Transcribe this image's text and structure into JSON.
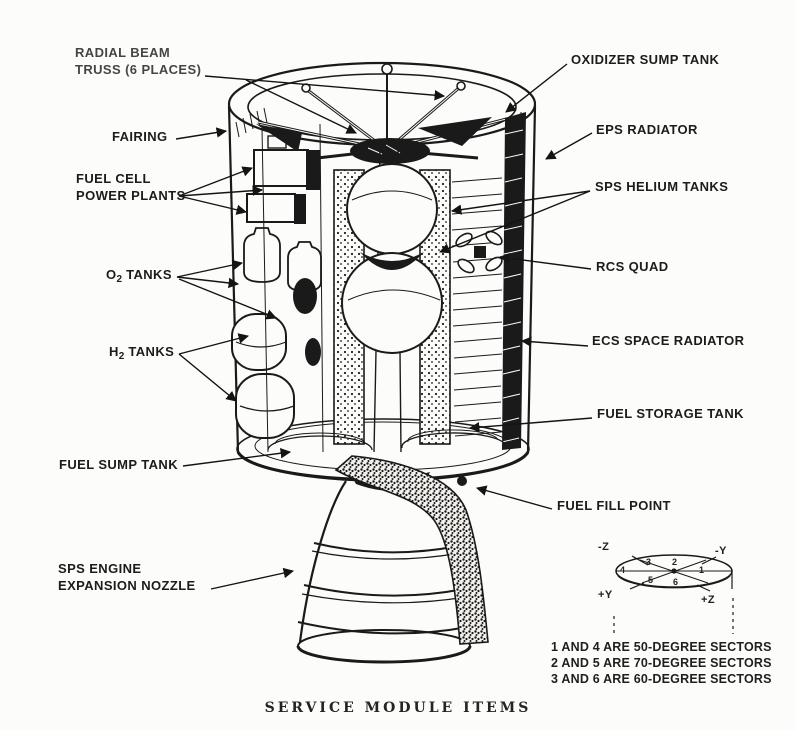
{
  "figure": {
    "caption": "SERVICE MODULE ITEMS",
    "subject": "Apollo Service Module cutaway illustration",
    "ink_color": "#1a1a1a",
    "paper_color": "#fcfcfa"
  },
  "callouts": {
    "radial_beam_line1": "RADIAL BEAM",
    "radial_beam_line2": "TRUSS (6 PLACES)",
    "oxidizer_sump_tank": "OXIDIZER SUMP TANK",
    "fairing": "FAIRING",
    "eps_radiator": "EPS RADIATOR",
    "fuel_cell_line1": "FUEL CELL",
    "fuel_cell_line2": "POWER PLANTS",
    "sps_helium_tanks": "SPS HELIUM TANKS",
    "o2_tanks_pre": "O",
    "o2_tanks_sub": "2",
    "o2_tanks_post": " TANKS",
    "rcs_quad": "RCS QUAD",
    "ecs_space_radiator": "ECS SPACE RADIATOR",
    "h2_tanks_pre": "H",
    "h2_tanks_sub": "2",
    "h2_tanks_post": " TANKS",
    "fuel_storage_tank": "FUEL STORAGE TANK",
    "fuel_sump_tank": "FUEL SUMP TANK",
    "fuel_fill_point": "FUEL FILL POINT",
    "sps_engine_line1": "SPS ENGINE",
    "sps_engine_line2": "EXPANSION NOZZLE"
  },
  "sector_key": {
    "axis_top_left": "-Z",
    "axis_top_right": "-Y",
    "axis_bottom_left": "+Y",
    "axis_bottom_right": "+Z",
    "sectors": {
      "s1": "1",
      "s2": "2",
      "s3": "3",
      "s4": "4",
      "s5": "5",
      "s6": "6"
    },
    "notes": {
      "line1": "1 AND 4 ARE 50-DEGREE SECTORS",
      "line2": "2 AND 5 ARE 70-DEGREE SECTORS",
      "line3": "3 AND 6 ARE 60-DEGREE SECTORS"
    }
  }
}
